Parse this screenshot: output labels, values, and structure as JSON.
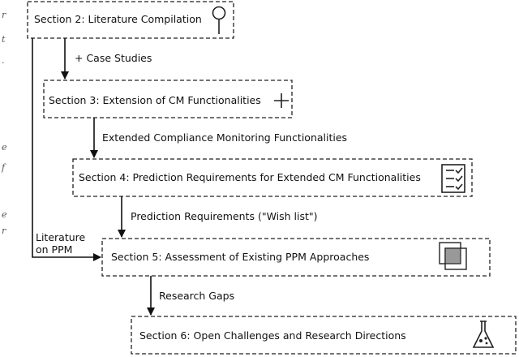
{
  "margin_glyphs": [
    "r",
    "t",
    ".",
    "e",
    "f",
    "e",
    "r"
  ],
  "boxes": [
    {
      "label": "Section 2: Literature Compilation",
      "icon": "magnifier-icon"
    },
    {
      "label": "Section 3: Extension of CM Functionalities",
      "icon": "plus-icon"
    },
    {
      "label": "Section 4: Prediction Requirements for Extended CM Functionalities",
      "icon": "checklist-icon"
    },
    {
      "label": "Section 5: Assessment of Existing PPM Approaches",
      "icon": "overlapping-squares-icon"
    },
    {
      "label": "Section 6: Open Challenges and Research Directions",
      "icon": "flask-icon"
    }
  ],
  "arrows": [
    {
      "label": "+ Case Studies"
    },
    {
      "label": "Extended Compliance Monitoring Functionalities"
    },
    {
      "label": "Prediction Requirements (\"Wish list\")"
    },
    {
      "label": "Research Gaps"
    }
  ],
  "side_arrow": {
    "label_line1": "Literature",
    "label_line2": "on PPM"
  },
  "colors": {
    "stroke": "#222222",
    "text": "#111111",
    "icon_fill": "#999999"
  }
}
